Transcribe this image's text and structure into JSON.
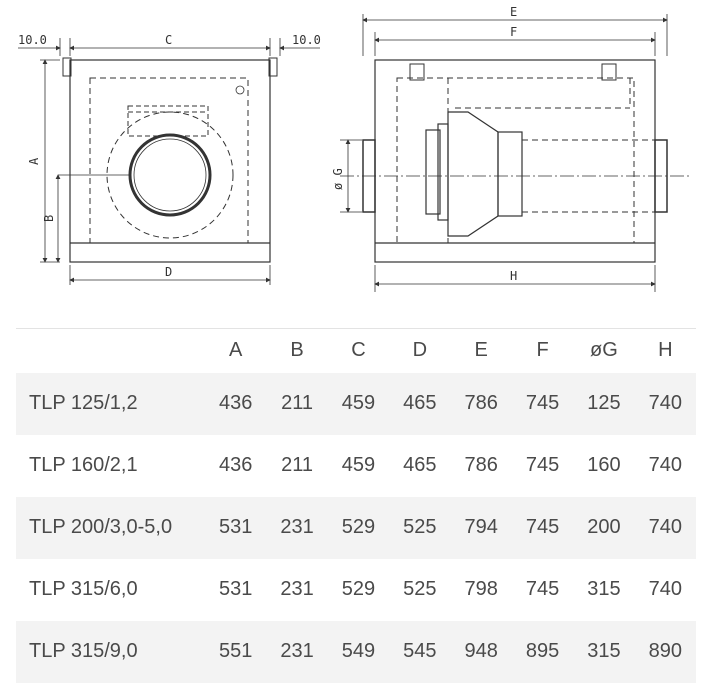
{
  "drawing": {
    "front_view": {
      "top_dim_left": "10.0",
      "top_dim_center": "C",
      "top_dim_right": "10.0",
      "side_dim_a": "A",
      "side_dim_b": "B",
      "bottom_dim": "D"
    },
    "side_view": {
      "top_dim_outer": "E",
      "top_dim_inner": "F",
      "left_dim": "ø G",
      "bottom_dim": "H"
    }
  },
  "table": {
    "headers": [
      "",
      "A",
      "B",
      "C",
      "D",
      "E",
      "F",
      "øG",
      "H"
    ],
    "rows": [
      [
        "TLP 125/1,2",
        "436",
        "211",
        "459",
        "465",
        "786",
        "745",
        "125",
        "740"
      ],
      [
        "TLP 160/2,1",
        "436",
        "211",
        "459",
        "465",
        "786",
        "745",
        "160",
        "740"
      ],
      [
        "TLP 200/3,0-5,0",
        "531",
        "231",
        "529",
        "525",
        "794",
        "745",
        "200",
        "740"
      ],
      [
        "TLP 315/6,0",
        "531",
        "231",
        "529",
        "525",
        "798",
        "745",
        "315",
        "740"
      ],
      [
        "TLP 315/9,0",
        "551",
        "231",
        "549",
        "545",
        "948",
        "895",
        "315",
        "890"
      ]
    ]
  }
}
